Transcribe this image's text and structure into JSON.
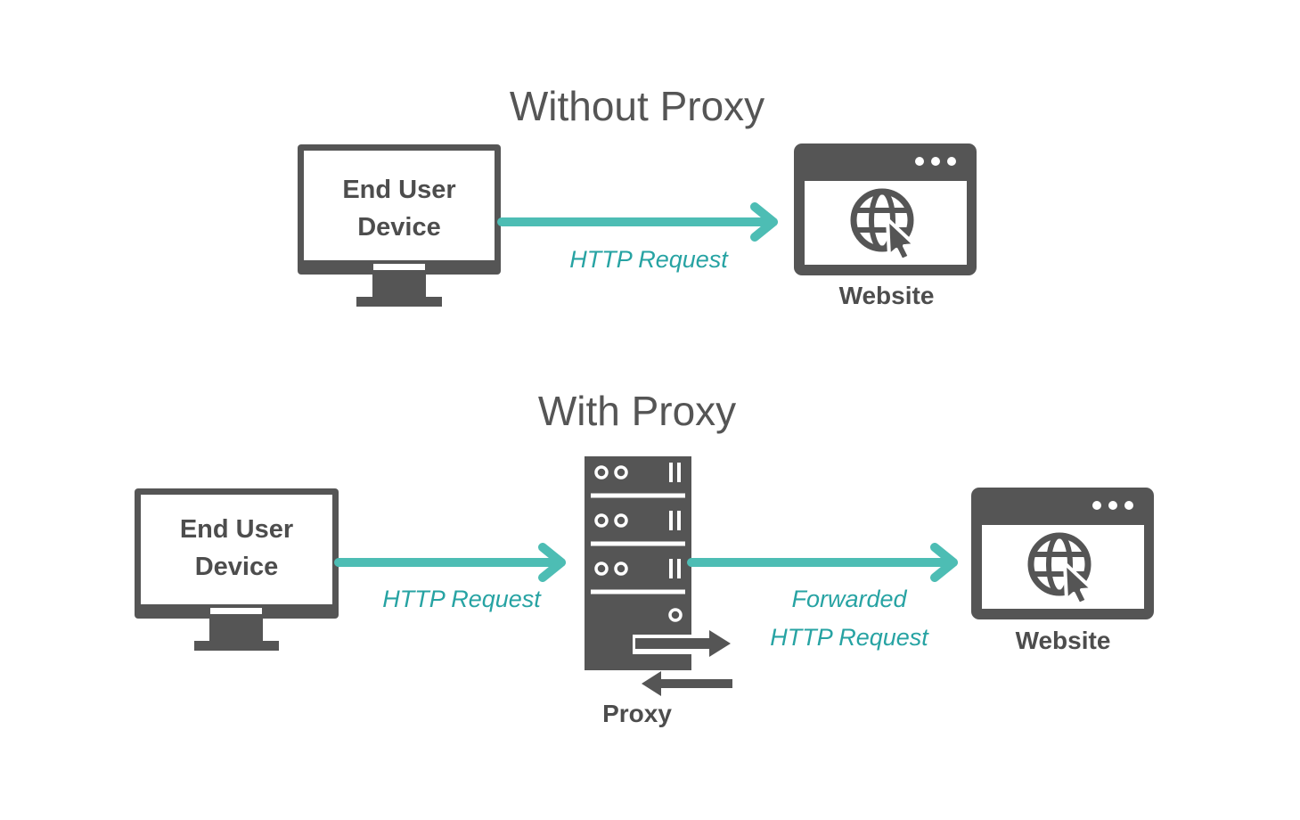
{
  "titles": {
    "without_proxy": "Without Proxy",
    "with_proxy": "With Proxy"
  },
  "nodes": {
    "device_line1": "End User",
    "device_line2": "Device",
    "website": "Website",
    "proxy": "Proxy"
  },
  "edges": {
    "http_request": "HTTP Request",
    "forwarded_line1": "Forwarded",
    "forwarded_line2": "HTTP Request"
  },
  "colors": {
    "icon": "#555555",
    "arrow": "#4dbdb4",
    "edge_text": "#27a3a3"
  }
}
